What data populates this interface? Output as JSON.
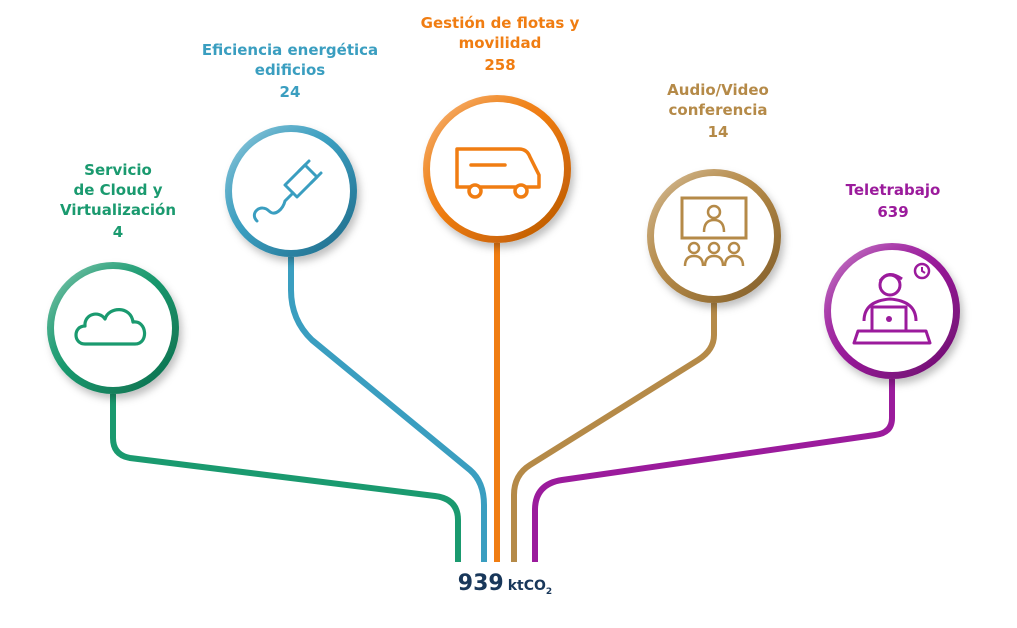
{
  "categories": [
    {
      "id": "cloud",
      "lines": [
        "Servicio",
        "de Cloud y",
        "Virtualización"
      ],
      "value": "4",
      "color": "#1a9a6f",
      "color_dark": "#0d6b4c",
      "icon": "cloud-icon"
    },
    {
      "id": "energy",
      "lines": [
        "Eficiencia energética",
        "edificios"
      ],
      "value": "24",
      "color": "#3a9ec0",
      "color_dark": "#1f6886",
      "icon": "plug-icon"
    },
    {
      "id": "fleet",
      "lines": [
        "Gestión de flotas y",
        "movilidad"
      ],
      "value": "258",
      "color": "#f07d12",
      "color_dark": "#b55600",
      "icon": "van-icon"
    },
    {
      "id": "av",
      "lines": [
        "Audio/Video",
        "conferencia"
      ],
      "value": "14",
      "color": "#b58a48",
      "color_dark": "#7d5a26",
      "icon": "videoconference-icon"
    },
    {
      "id": "telework",
      "lines": [
        "Teletrabajo"
      ],
      "value": "639",
      "color": "#9b1b9c",
      "color_dark": "#6a0d6b",
      "icon": "teleworker-icon"
    }
  ],
  "total": {
    "value": "939",
    "unit_main": "ktCO",
    "unit_sub": "2"
  }
}
